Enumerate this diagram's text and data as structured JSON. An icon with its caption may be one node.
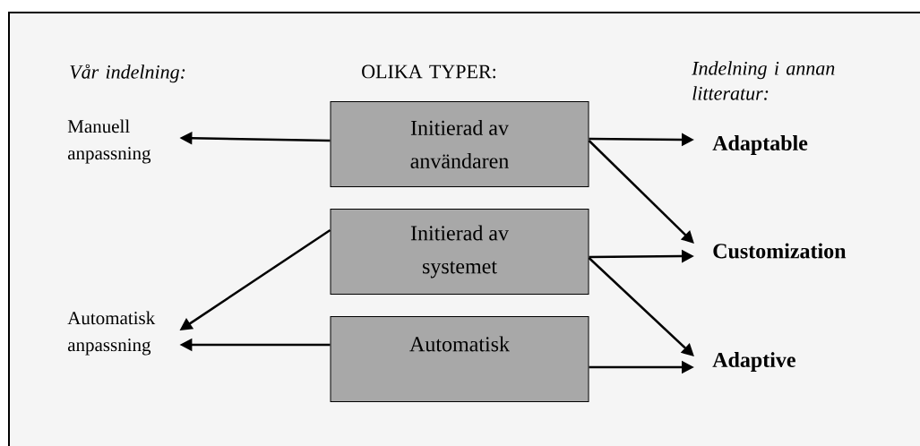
{
  "diagram": {
    "nodes": [
      {
        "text": [
          "Manuell anpassning"
        ]
      },
      {
        "text": [
          "Initierad av användaren"
        ]
      },
      {
        "text": [
          "Adaptable"
        ]
      },
      {
        "text": [
          "Customization"
        ]
      },
      {
        "text": [
          "Initierad av systemet"
        ]
      },
      {
        "text": [
          "Automatisk anpassning"
        ]
      },
      {
        "text": [
          "Automatisk"
        ]
      },
      {
        "text": [
          "Adaptive"
        ]
      }
    ],
    "edges": [
      {
        "from": 1,
        "to": 0,
        "arrow": "to"
      },
      {
        "from": 1,
        "to": 2,
        "arrow": "to"
      },
      {
        "from": 1,
        "to": 3,
        "arrow": "to"
      },
      {
        "from": 4,
        "to": 3,
        "arrow": "to"
      },
      {
        "from": 4,
        "to": 5,
        "arrow": "to"
      },
      {
        "from": 4,
        "to": 7,
        "arrow": "to"
      },
      {
        "from": 6,
        "to": 5,
        "arrow": "to"
      },
      {
        "from": 6,
        "to": 7,
        "arrow": "to"
      }
    ],
    "labels": [
      "Vår indelning:",
      "OLIKA TYPER:",
      "Indelning i annan litteratur:"
    ]
  }
}
